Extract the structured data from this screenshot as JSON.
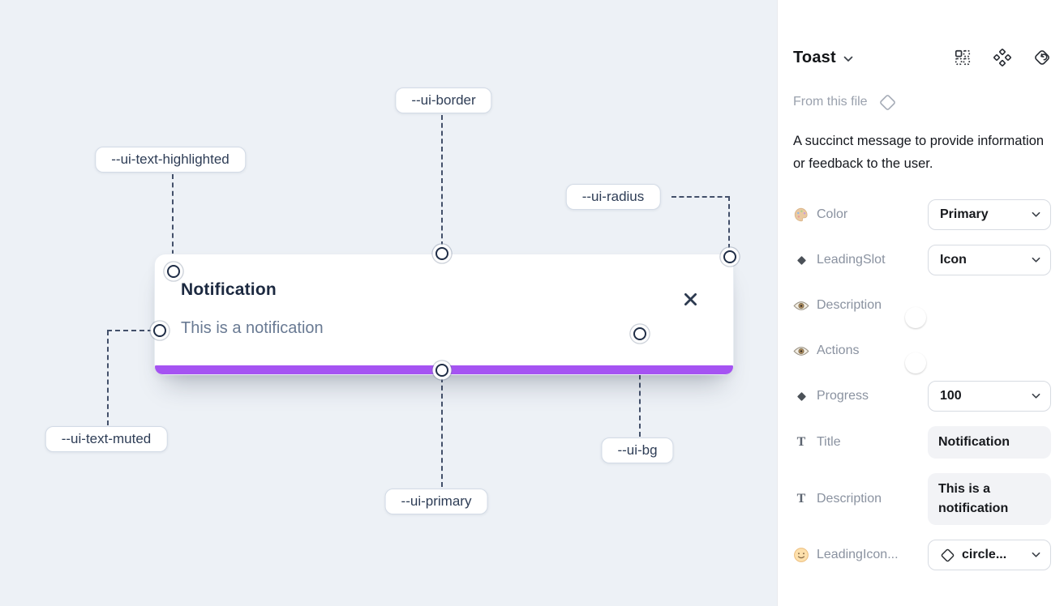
{
  "colors": {
    "primary_purple": "#a553f2",
    "toggle_blue": "#22a2f5",
    "canvas_bg": "#edf1f6"
  },
  "canvas": {
    "toast": {
      "title": "Notification",
      "description": "This is a notification"
    },
    "labels": {
      "border": "--ui-border",
      "text_highlighted": "--ui-text-highlighted",
      "radius": "--ui-radius",
      "text_muted": "--ui-text-muted",
      "primary": "--ui-primary",
      "bg": "--ui-bg"
    }
  },
  "panel": {
    "title": "Toast",
    "source": "From this file",
    "description": "A succinct message to provide information or feedback to the user.",
    "rows": [
      {
        "label": "Color",
        "value": "Primary"
      },
      {
        "label": "LeadingSlot",
        "value": "Icon"
      },
      {
        "label": "Description",
        "on": true
      },
      {
        "label": "Actions",
        "on": true
      },
      {
        "label": "Progress",
        "value": "100"
      },
      {
        "label": "Title",
        "value": "Notification"
      },
      {
        "label": "Description",
        "value": "This is a notification"
      },
      {
        "label": "LeadingIcon...",
        "value": "circle..."
      }
    ]
  }
}
